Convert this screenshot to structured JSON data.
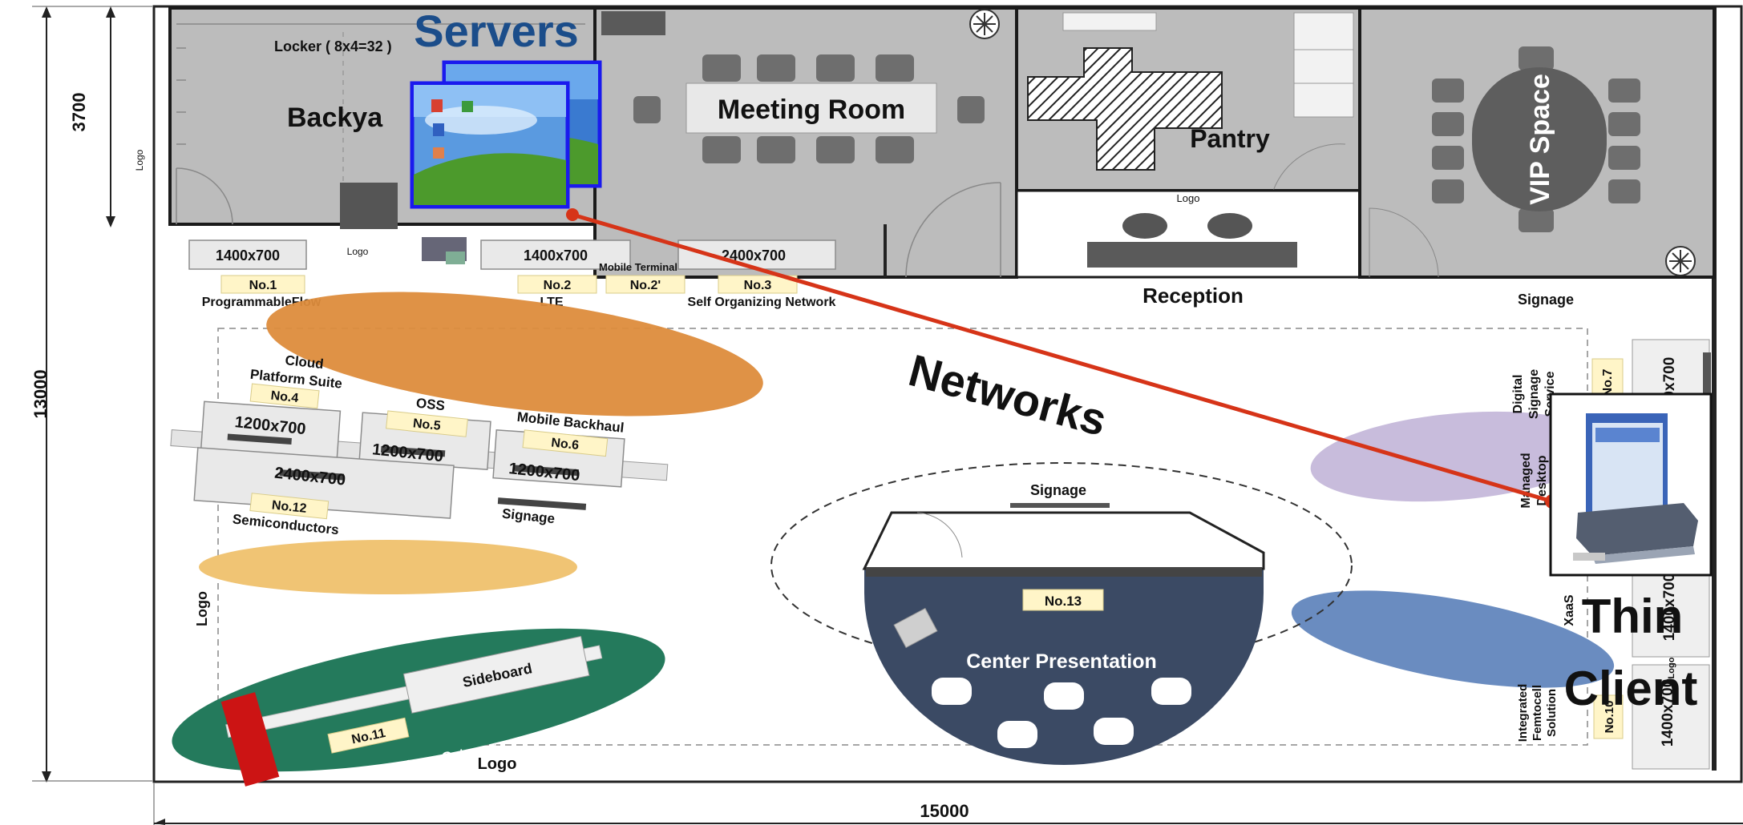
{
  "callouts": {
    "servers": "Servers",
    "networks": "Networks",
    "thin_client_line1": "Thin",
    "thin_client_line2": "Client"
  },
  "colors": {
    "link_red": "#d63418",
    "servers_blue": "#1b4d8a",
    "border_blue": "#1a1aee",
    "presentation_navy": "#3b4a64",
    "gateway_green": "#247a5c",
    "orange_zone": "#dd8c3c",
    "yellow_zone": "#f0c474",
    "lavender_zone": "#c8bcdc",
    "blue_zone": "#6a8cc0"
  },
  "dimensions": {
    "left_height": "13000",
    "room_height": "3700",
    "bottom_width": "15000"
  },
  "rooms": {
    "locker": "Locker ( 8x4=32 )",
    "backyard": "Backya",
    "meeting_room": "Meeting Room",
    "pantry": "Pantry",
    "vip_space": "VIP Space",
    "reception": "Reception",
    "reception_logo": "Logo",
    "signage_top_right": "Signage"
  },
  "top_row": {
    "desk_a": "1400x700",
    "logo": "Logo",
    "desk_b": "1400x700",
    "desk_c": "2400x700",
    "mobile_terminal": "Mobile Terminal",
    "no1": "No.1",
    "no2": "No.2",
    "no2p": "No.2'",
    "no3": "No.3",
    "programmable_flow": "ProgrammableFlow",
    "lte": "LTE",
    "son": "Self Organizing Network",
    "logo_wall": "Logo"
  },
  "left_cluster": {
    "cloud_line1": "Cloud",
    "cloud_line2": "Platform Suite",
    "oss": "OSS",
    "mobile_backhaul": "Mobile Backhaul",
    "no4": "No.4",
    "no5": "No.5",
    "no6": "No.6",
    "desk_4": "1200x700",
    "desk_5": "1200x700",
    "desk_6": "1200x700",
    "desk_12": "2400x700",
    "no12": "No.12",
    "semiconductors": "Semiconductors",
    "signage": "Signage",
    "logo_side": "Logo"
  },
  "gateway": {
    "sideboard": "Sideboard",
    "no11": "No.11",
    "home_gateway": "Home Gateway",
    "logo": "Logo"
  },
  "center": {
    "signage": "Signage",
    "no13": "No.13",
    "title": "Center Presentation"
  },
  "right_wall": {
    "digital_signage_l1": "Digital",
    "digital_signage_l2": "Signage",
    "digital_signage_l3": "Service",
    "no7": "No.7",
    "desk_top": "1400x700",
    "managed_l1": "Managed",
    "managed_l2": "Desktop",
    "desk_mid": "1400x700",
    "xaas": "XaaS",
    "femto_l1": "Integrated",
    "femto_l2": "Femtocell",
    "femto_l3": "Solution",
    "no10": "No.10",
    "desk_bottom": "1400x700",
    "logo": "Logo"
  }
}
